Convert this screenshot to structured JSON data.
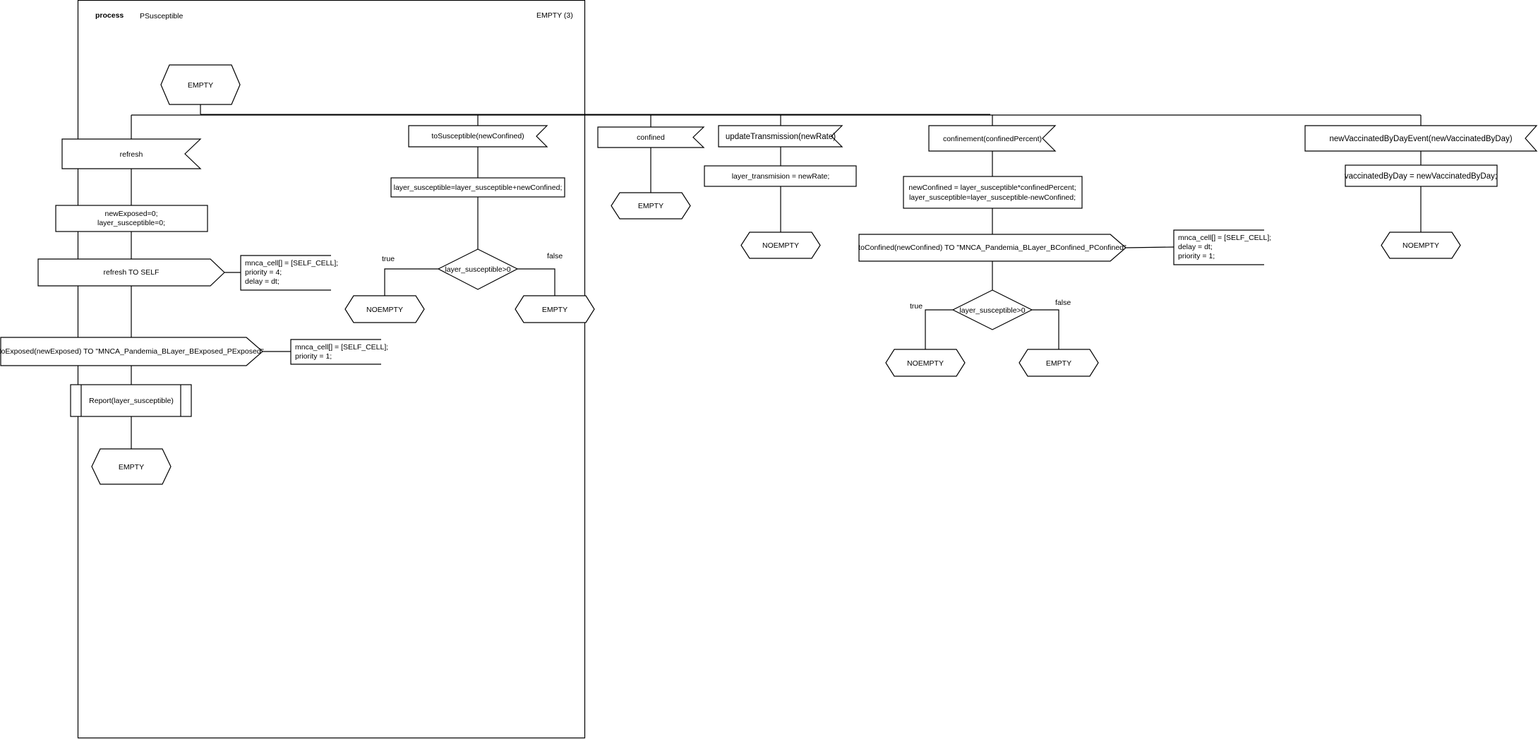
{
  "process": {
    "keyword": "process",
    "name": "PSusceptible",
    "page_label": "EMPTY (3)"
  },
  "start_state": "EMPTY",
  "branches": {
    "refresh": {
      "signal": "refresh",
      "task": [
        "newExposed=0;",
        "layer_susceptible=0;"
      ],
      "output1": "refresh TO SELF",
      "output1_comment": [
        "mnca_cell[] = [SELF_CELL];",
        "priority = 4;",
        "delay = dt;"
      ],
      "output2": "toExposed(newExposed) TO \"MNCA_Pandemia_BLayer_BExposed_PExposed\"",
      "output2_comment": [
        "mnca_cell[] = [SELF_CELL];",
        "priority = 1;"
      ],
      "procedure": "Report(layer_susceptible)",
      "next_state": "EMPTY"
    },
    "to_susceptible": {
      "signal": "toSusceptible(newConfined)",
      "task": "layer_susceptible=layer_susceptible+newConfined;",
      "decision": "layer_susceptible>0",
      "true_label": "true",
      "false_label": "false",
      "true_state": "NOEMPTY",
      "false_state": "EMPTY"
    },
    "confined": {
      "signal": "confined",
      "next_state": "EMPTY"
    },
    "update_transmission": {
      "signal": "updateTransmission(newRate)",
      "task": "layer_transmision = newRate;",
      "next_state": "NOEMPTY"
    },
    "confinement": {
      "signal": "confinement(confinedPercent)",
      "task": [
        "newConfined = layer_susceptible*confinedPercent;",
        "layer_susceptible=layer_susceptible-newConfined;"
      ],
      "output": "toConfined(newConfined) TO \"MNCA_Pandemia_BLayer_BConfined_PConfined\"",
      "output_comment": [
        "mnca_cell[] = [SELF_CELL];",
        "delay = dt;",
        "priority = 1;"
      ],
      "decision": "layer_susceptible>0",
      "true_label": "true",
      "false_label": "false",
      "true_state": "NOEMPTY",
      "false_state": "EMPTY"
    },
    "vaccinated": {
      "signal": "newVaccinatedByDayEvent(newVaccinatedByDay)",
      "task": "vaccinatedByDay = newVaccinatedByDay;",
      "next_state": "NOEMPTY"
    }
  }
}
